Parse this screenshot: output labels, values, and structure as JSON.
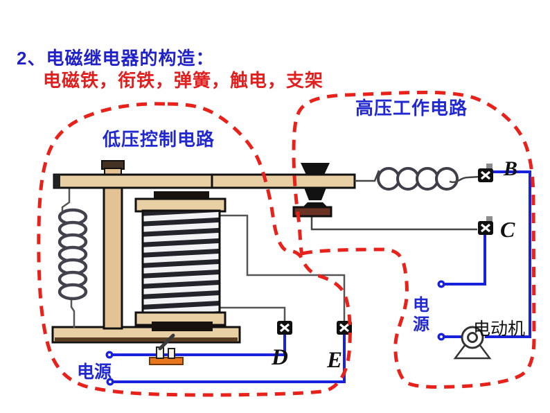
{
  "slide": {
    "title": "2、电磁继电器的构造：",
    "subtitle": "电磁铁，衔铁，弹簧，触电，支架"
  },
  "regions": {
    "low_voltage": "低压控制电路",
    "high_voltage": "高压工作电路"
  },
  "labels": {
    "power_low": "电源",
    "power_high": "电源",
    "motor": "电动机"
  },
  "terminals": {
    "b": "B",
    "c": "C",
    "d": "D",
    "e": "E"
  },
  "icons": {
    "motor": "motor-icon",
    "knife_switch": "knife-switch-icon",
    "terminal_screw": "terminal-screw-icon",
    "spring": "spring-icon",
    "electromagnet": "electromagnet-coil-icon",
    "hv_coil": "inductor-coil-icon",
    "power_dot": "power-terminal-dot-icon"
  },
  "colors": {
    "title_blue": "#2121c8",
    "subtitle_red": "#e01f1f",
    "label_blue": "#2228cf",
    "wire_blue": "#1822dd",
    "dash_red": "#e8221a",
    "wood_tan": "#e9cfa4",
    "switch_orange": "#e8761c"
  }
}
